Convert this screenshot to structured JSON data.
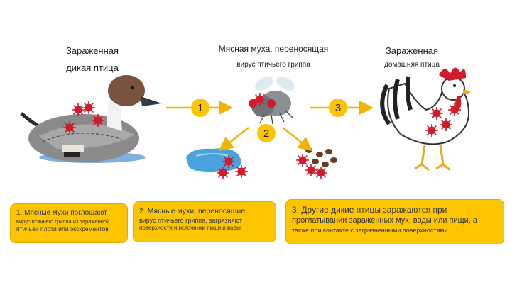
{
  "stage1": {
    "title_line1": "Зараженная",
    "title_line2": "дикая птица"
  },
  "stage2": {
    "title": "Мясная муха, переносящая",
    "subtitle": "вирус птичьего гриппа"
  },
  "stage3": {
    "title": "Зараженная",
    "subtitle": "домашняя птица"
  },
  "steps": [
    "1",
    "2",
    "3"
  ],
  "boxes": [
    {
      "line1": "1. Мясные мухи поглощают",
      "line2": "вирус птичьего гриппа из зараженной",
      "line3": "птичьей плоти или экскрементов"
    },
    {
      "line1": "2. Мясные мухи, переносящие",
      "line2": "вирус птичьего гриппа, загрязняют",
      "line3": "поверхности и источники пищи и воды"
    },
    {
      "line1": "3. Другие дикие птицы заражаются при",
      "line2": "проглатывании зараженных мух, воды или пищи, а",
      "line3": "также при контакте с загрязненными поверхностями"
    }
  ],
  "colors": {
    "accent": "#fdc400",
    "arrow": "#f0b400",
    "virus": "#d11a2a",
    "duck_head": "#7a5340"
  },
  "icons": [
    "duck-illustration",
    "fly-illustration",
    "water-puddle-illustration",
    "food-crumbs-illustration",
    "chicken-illustration",
    "virus-icon",
    "arrow-icon"
  ]
}
